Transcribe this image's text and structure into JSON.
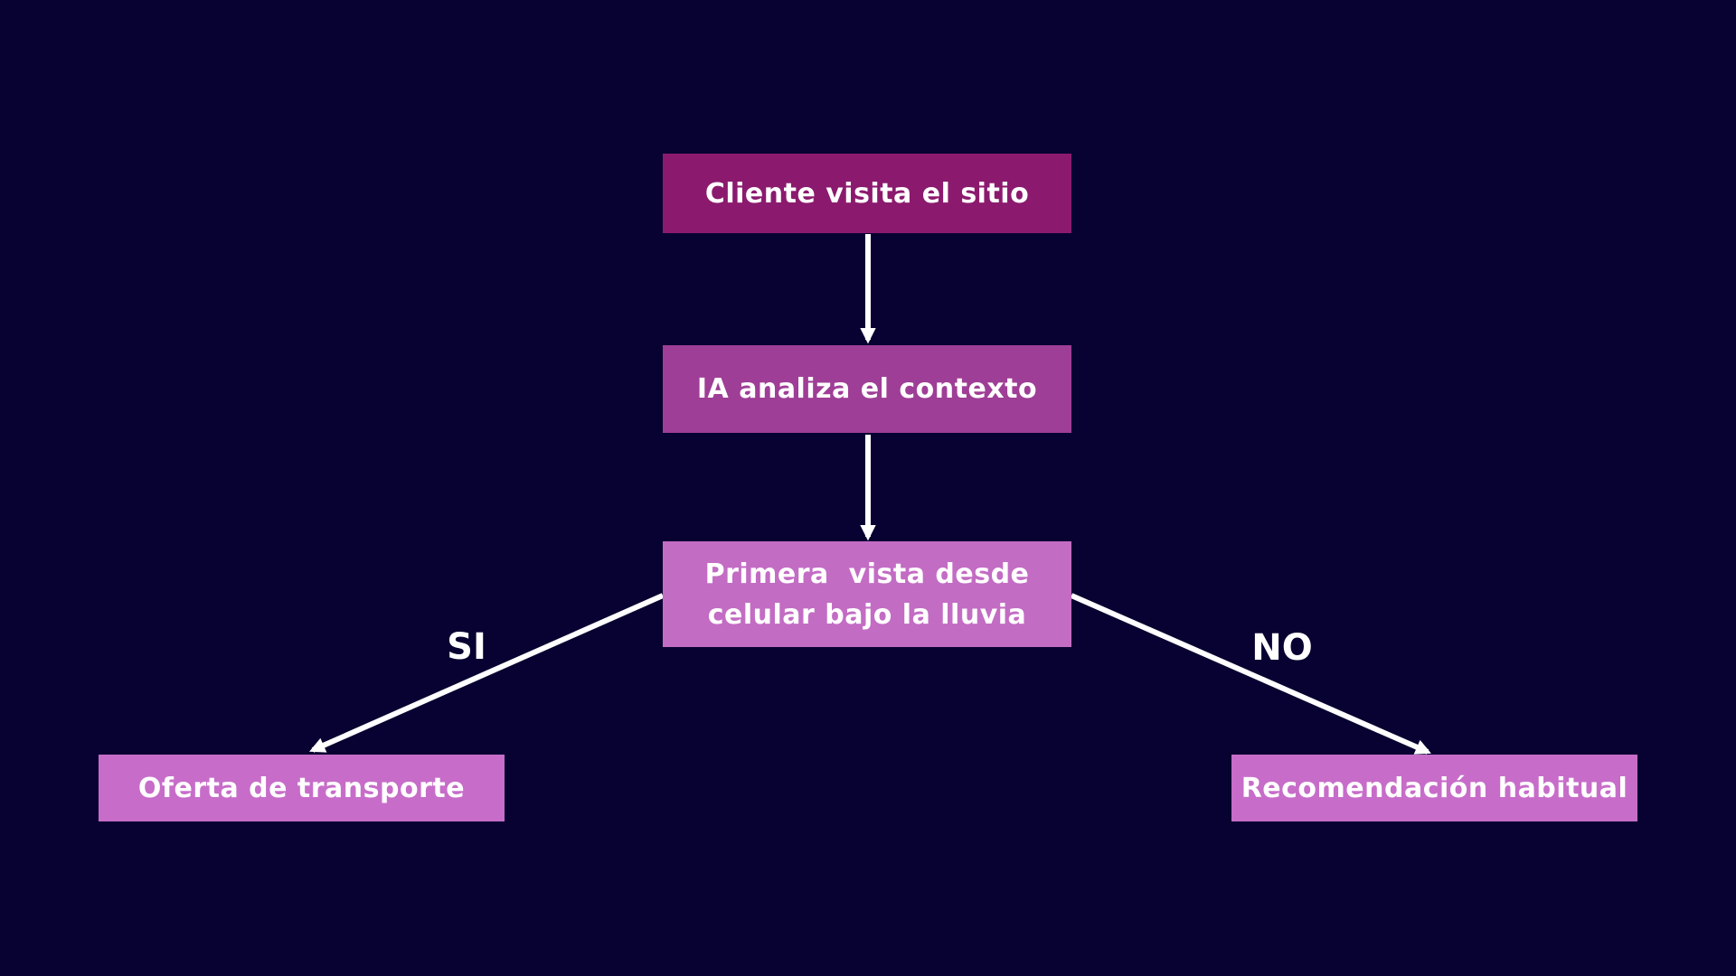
{
  "diagram": {
    "background_color": "#070231",
    "arrow_color": "#ffffff",
    "text_color": "#ffffff",
    "nodes": [
      {
        "id": "start",
        "label": "Cliente visita el sitio",
        "color": "#8B1A6E"
      },
      {
        "id": "analyze",
        "label": "IA analiza el contexto",
        "color": "#9F3E96"
      },
      {
        "id": "condition",
        "label_line1": "Primera  vista desde",
        "label_line2": "celular bajo la lluvia",
        "color": "#C36CC4"
      },
      {
        "id": "yes-branch",
        "label": "Oferta de transporte",
        "color": "#C76DC9"
      },
      {
        "id": "no-branch",
        "label": "Recomendación habitual",
        "color": "#C76DC9"
      }
    ],
    "edges": [
      {
        "from": "start",
        "to": "analyze",
        "label": ""
      },
      {
        "from": "analyze",
        "to": "condition",
        "label": ""
      },
      {
        "from": "condition",
        "to": "yes-branch",
        "label": "SI"
      },
      {
        "from": "condition",
        "to": "no-branch",
        "label": "NO"
      }
    ]
  }
}
